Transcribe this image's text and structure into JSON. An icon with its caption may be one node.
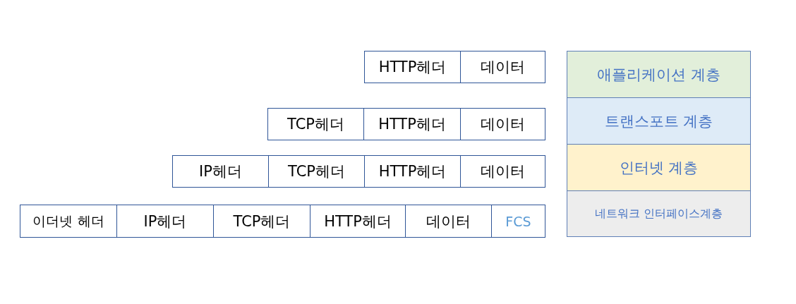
{
  "diagram": {
    "nodes": [
      {
        "text": [
          "HTTP헤더"
        ]
      },
      {
        "text": [
          "데이터"
        ]
      },
      {
        "text": [
          "애플리케이션 계층"
        ]
      },
      {
        "text": [
          "TCP헤더"
        ]
      },
      {
        "text": [
          "HTTP헤더"
        ]
      },
      {
        "text": [
          "데이터"
        ]
      },
      {
        "text": [
          "트랜스포트 계층"
        ]
      },
      {
        "text": [
          "IP헤더"
        ]
      },
      {
        "text": [
          "TCP헤더"
        ]
      },
      {
        "text": [
          "HTTP헤더"
        ]
      },
      {
        "text": [
          "데이터"
        ]
      },
      {
        "text": [
          "인터넷 계층"
        ]
      },
      {
        "text": [
          "이더넷 헤더"
        ]
      },
      {
        "text": [
          "IP헤더"
        ]
      },
      {
        "text": [
          "TCP헤더"
        ]
      },
      {
        "text": [
          "HTTP헤더"
        ]
      },
      {
        "text": [
          "데이터"
        ]
      },
      {
        "text": [
          "FCS"
        ]
      },
      {
        "text": [
          "네트워크 인터페이스계층"
        ]
      }
    ],
    "edges": []
  }
}
